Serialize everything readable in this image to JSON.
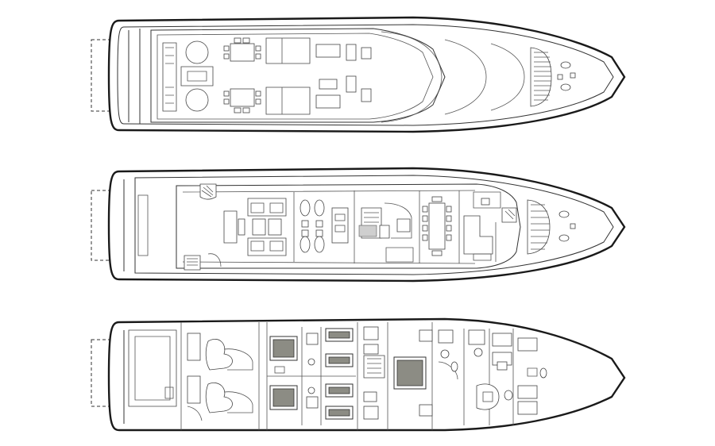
{
  "diagram": {
    "kind": "yacht deck plan",
    "decks": [
      {
        "id": "sun-deck",
        "position": "top"
      },
      {
        "id": "main-deck",
        "position": "middle"
      },
      {
        "id": "lower-deck",
        "position": "bottom"
      }
    ],
    "colors": {
      "line": "#1a1a1a",
      "bed_fill": "#8c8c84",
      "highlight": "#cfcfcf",
      "background": "#ffffff"
    }
  }
}
